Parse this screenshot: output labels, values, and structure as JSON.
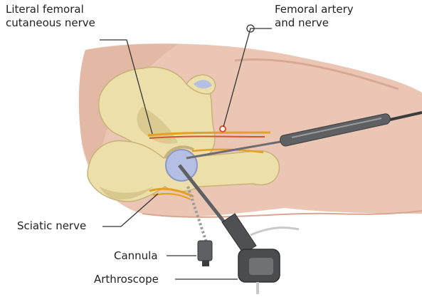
{
  "labels": {
    "lateral_femoral_cutaneous_nerve": "Literal femoral\ncutaneous nerve",
    "femoral_artery_and_nerve": "Femoral artery\nand nerve",
    "sciatic_nerve": "Sciatic nerve",
    "cannula": "Cannula",
    "arthroscope": "Arthroscope"
  },
  "colors": {
    "skin": "#e9c5b3",
    "skin_shadow": "#d9a894",
    "bone": "#ecdfa9",
    "bone_shadow": "#cdb97c",
    "cartilage": "#b5bfe3",
    "nerve": "#e3a021",
    "vessel": "#d6542c",
    "instrument": "#5e6063",
    "leader_line": "#333333"
  }
}
